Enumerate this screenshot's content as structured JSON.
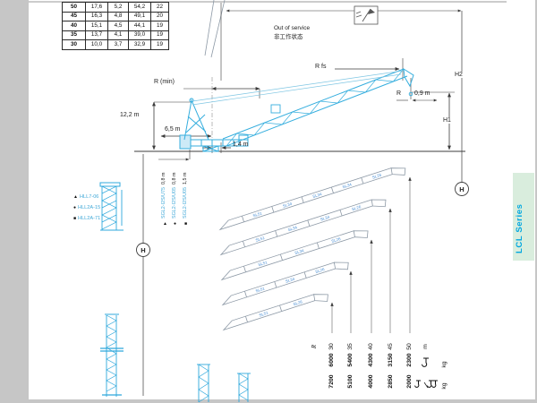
{
  "series_label": "LCL Series",
  "spec_table": {
    "rows": [
      [
        "50",
        "17,6",
        "5,2",
        "54,2",
        "22"
      ],
      [
        "45",
        "16,3",
        "4,8",
        "49,1",
        "20"
      ],
      [
        "40",
        "15,1",
        "4,5",
        "44,1",
        "19"
      ],
      [
        "35",
        "13,7",
        "4,1",
        "39,0",
        "19"
      ],
      [
        "30",
        "10,0",
        "3,7",
        "32,9",
        "19"
      ]
    ]
  },
  "out_of_service": {
    "line1": "Out of service",
    "line2": "非工作状态"
  },
  "dims": {
    "r_fs": "R fs",
    "r_min": "R (min)",
    "h1": "H1",
    "h2": "H2",
    "h": "H",
    "r": "R",
    "tower_height": "12,2 m",
    "counter_radius": "6,5 m",
    "pivot_offset": "1,4 m",
    "tip_offset": "0,9 m"
  },
  "mast_legend": {
    "items": [
      {
        "marker": "▲",
        "label": "HLL7-06"
      },
      {
        "marker": "●",
        "label": "HLL2A-15"
      },
      {
        "marker": "■",
        "label": "HLL2A-71"
      }
    ]
  },
  "tower_sections": [
    {
      "marker": "▲",
      "code": "SGL2-I2S/U75",
      "size": "0,8 m"
    },
    {
      "marker": "●",
      "code": "SGL2-I2S/U05",
      "size": "0,8 m"
    },
    {
      "marker": "■",
      "code": "SGL2-I2S/U05",
      "size": "1,5 m"
    }
  ],
  "jibs": [
    {
      "radius": "50",
      "labels": [
        "SL51",
        "SL34",
        "SL34",
        "SL34",
        "SL26"
      ]
    },
    {
      "radius": "45",
      "labels": [
        "SL51",
        "SL34",
        "SL34",
        "SL26"
      ]
    },
    {
      "radius": "40",
      "labels": [
        "SL51",
        "SL34",
        "SL26"
      ]
    },
    {
      "radius": "35",
      "labels": [
        "SL51",
        "SL34",
        "SL26"
      ]
    },
    {
      "radius": "30",
      "labels": [
        "SL51",
        "SL26"
      ]
    }
  ],
  "load_table": {
    "radius_label": "R",
    "radius_unit": "m",
    "load_unit_top": "kg",
    "load_unit_bottom": "kg",
    "columns": [
      {
        "radius": "30",
        "cap_top": "6000",
        "cap_bottom": "7200"
      },
      {
        "radius": "35",
        "cap_top": "5400",
        "cap_bottom": "5100"
      },
      {
        "radius": "40",
        "cap_top": "4300",
        "cap_bottom": "4000"
      },
      {
        "radius": "45",
        "cap_top": "3150",
        "cap_bottom": "2850"
      },
      {
        "radius": "50",
        "cap_top": "2300",
        "cap_bottom": "2000"
      }
    ]
  }
}
